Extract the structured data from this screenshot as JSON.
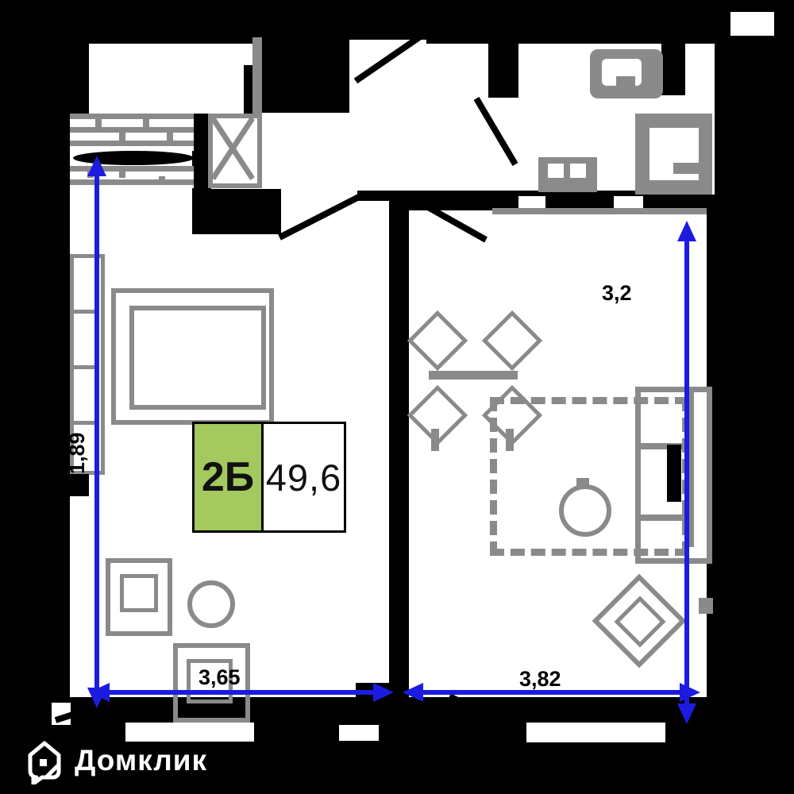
{
  "unit_card": {
    "type_label": "2Б",
    "area_value": "49,6"
  },
  "dimensions": {
    "left_vertical": "1,89",
    "bottom_left": "3,65",
    "bottom_right": "3,82",
    "right_top": "3,2"
  },
  "brand": {
    "name": "Домклик",
    "icon": "house-icon"
  },
  "colors": {
    "background": "#000000",
    "floor": "#ffffff",
    "walls": "#000000",
    "furniture_gray": "#8a8a8a",
    "dimension_blue": "#1c1ce0",
    "unit_type_green": "#a3c95f"
  }
}
